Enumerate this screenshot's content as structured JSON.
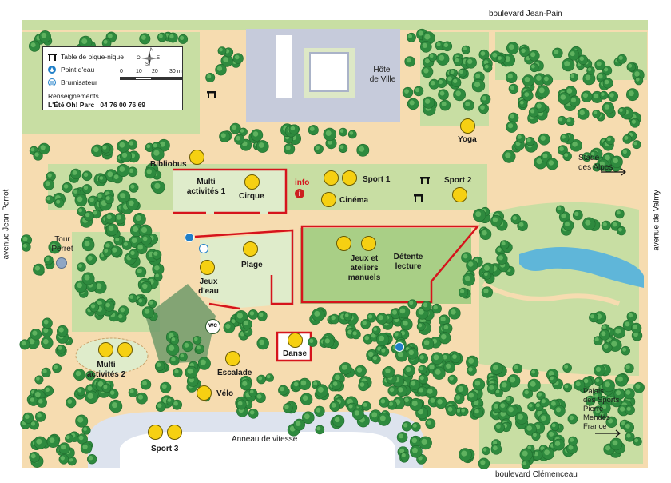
{
  "legend": {
    "items": [
      {
        "icon": "picnic-table-icon",
        "label": "Table de pique-nique"
      },
      {
        "icon": "water-drop-icon",
        "label": "Point d'eau"
      },
      {
        "icon": "mist-icon",
        "label": "Brumisateur"
      }
    ],
    "scale": {
      "ticks": [
        "0",
        "10",
        "20",
        "30 m"
      ]
    },
    "compass": {
      "n": "N",
      "e": "E",
      "s": "S",
      "o": "O"
    },
    "info_title": "Renseignements",
    "info_line": "L'Été Oh! Parc   04 76 00 76 69"
  },
  "streets": {
    "top": "boulevard Jean-Pain",
    "bottom": "boulevard Clémenceau",
    "left": "avenue Jean-Perrot",
    "right": "avenue de Valmy"
  },
  "places": {
    "hotel": "Hôtel\nde Ville",
    "stade": "Stade\ndes Alpes",
    "tour": "Tour\nPerret",
    "palais": "Palais\ndes Sports\nPierre\nMendès\nFrance",
    "anneau": "Anneau de vitesse",
    "info": "info"
  },
  "zones": {
    "multi1": "Multi\nactivités 1",
    "cirque": "Cirque",
    "plage": "Plage",
    "jeux_eau": "Jeux\nd'eau",
    "jeux_ateliers": "Jeux et\nateliers\nmanuels",
    "detente": "Détente\nlecture",
    "multi2": "Multi\nactivités 2",
    "escalade": "Escalade",
    "velo": "Vélo",
    "danse": "Danse",
    "sport1": "Sport 1",
    "sport2": "Sport 2",
    "sport3": "Sport 3",
    "cinema": "Cinéma",
    "yoga": "Yoga",
    "bibliobus": "Bibliobus",
    "wc": "WC"
  },
  "colors": {
    "path": "#f6dcb0",
    "lawn": "#c8dea3",
    "tree": "#2e8a3e",
    "water": "#5fb6d9",
    "building": "#aab3c8",
    "activity_border": "#d6141c",
    "icon": "#f6d012"
  }
}
